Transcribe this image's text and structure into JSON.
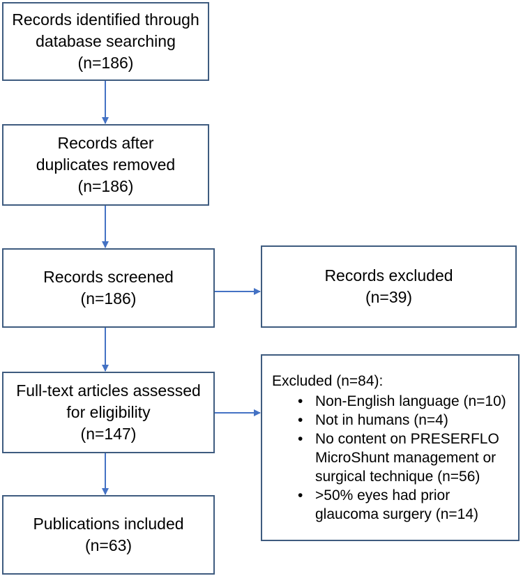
{
  "boxes": {
    "identified": {
      "lines": [
        "Records identified through",
        "database searching",
        "(n=186)"
      ]
    },
    "duplicates": {
      "lines": [
        "Records after",
        "duplicates removed",
        "(n=186)"
      ]
    },
    "screened": {
      "lines": [
        "Records screened",
        "(n=186)"
      ]
    },
    "excluded": {
      "lines": [
        "Records excluded",
        "(n=39)"
      ]
    },
    "fulltext": {
      "lines": [
        "Full-text articles assessed",
        "for eligibility",
        "(n=147)"
      ]
    },
    "included": {
      "lines": [
        "Publications included",
        "(n=63)"
      ]
    }
  },
  "exclusions": {
    "heading": "Excluded (n=84):",
    "reasons": [
      "Non-English language (n=10)",
      "Not in humans (n=4)",
      "No content on PRESERFLO\nMicroShunt management or\nsurgical technique (n=56)",
      ">50% eyes had prior\nglaucoma surgery (n=14)"
    ]
  },
  "colors": {
    "box_border": "#3e5b7f",
    "arrow": "#4472c4"
  }
}
